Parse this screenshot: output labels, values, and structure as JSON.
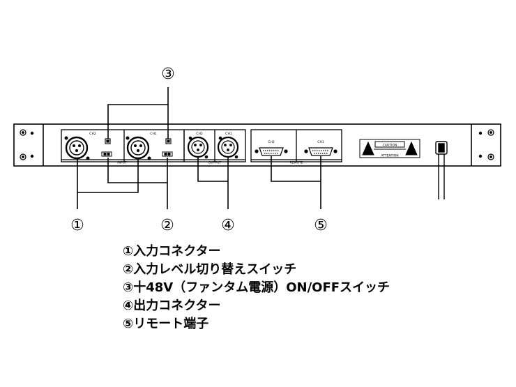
{
  "panel": {
    "input_label": "INPUT",
    "output_label": "OUTPUT",
    "remote_label": "REMOTE",
    "ch1": "CH1",
    "ch2": "CH2",
    "caution": "CAUTION",
    "attention": "ATTENTION"
  },
  "callouts": [
    "①",
    "②",
    "③",
    "④",
    "⑤"
  ],
  "legend": [
    "①入力コネクター",
    "②入力レベル切り替えスイッチ",
    "③十48V（ファンタム電源）ON/OFFスイッチ",
    "④出力コネクター",
    "⑤リモート端子"
  ]
}
